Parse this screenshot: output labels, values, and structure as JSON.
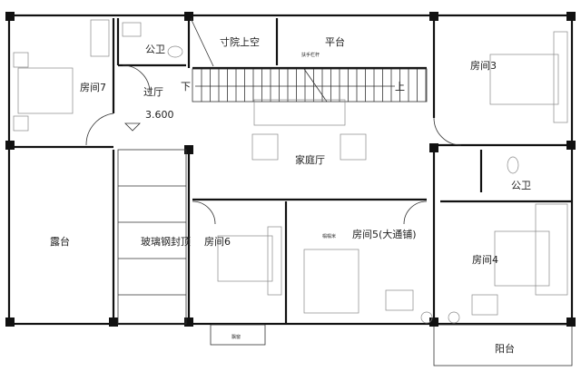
{
  "plan": {
    "rooms": {
      "room7": "房间7",
      "hall": "过厅",
      "elevation": "3.600",
      "toilet1": "公卫",
      "courtyard_void": "寸院上空",
      "platform": "平台",
      "handrail": "扶手栏杆",
      "stair_down": "下",
      "stair_up": "上",
      "room3": "房间3",
      "family_hall": "家庭厅",
      "toilet2": "公卫",
      "terrace": "露台",
      "glass_roof": "玻璃钢封顶",
      "room6": "房间6",
      "room5": "房间5(大通铺)",
      "tatami": "榻榻米",
      "bay_window": "飘窗",
      "room4": "房间4",
      "balcony": "阳台"
    },
    "colors": {
      "line": "#111111",
      "background": "#ffffff"
    }
  }
}
